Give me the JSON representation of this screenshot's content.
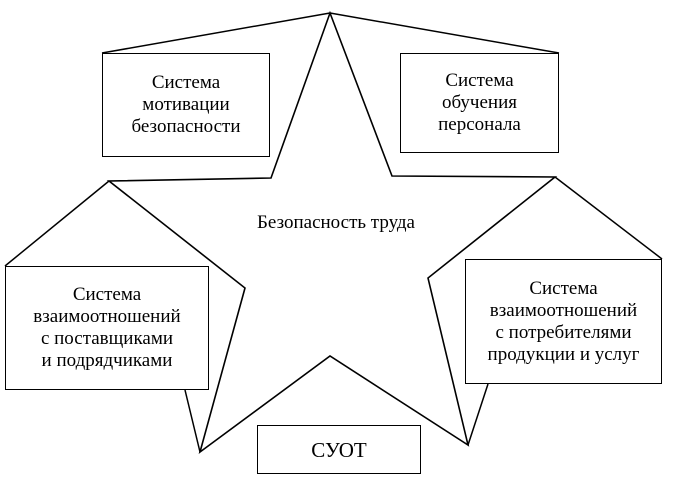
{
  "center_label": "Безопасность труда",
  "boxes": {
    "top_left": "Система\nмотивации\nбезопасности",
    "top_right": "Система\nобучения\nперсонала",
    "left": "Система\nвзаимоотношений\nс поставщиками\nи подрядчиками",
    "right": "Система\nвзаимоотношений\nс потребителями\nпродукции и услуг",
    "bottom": "СУОТ"
  }
}
